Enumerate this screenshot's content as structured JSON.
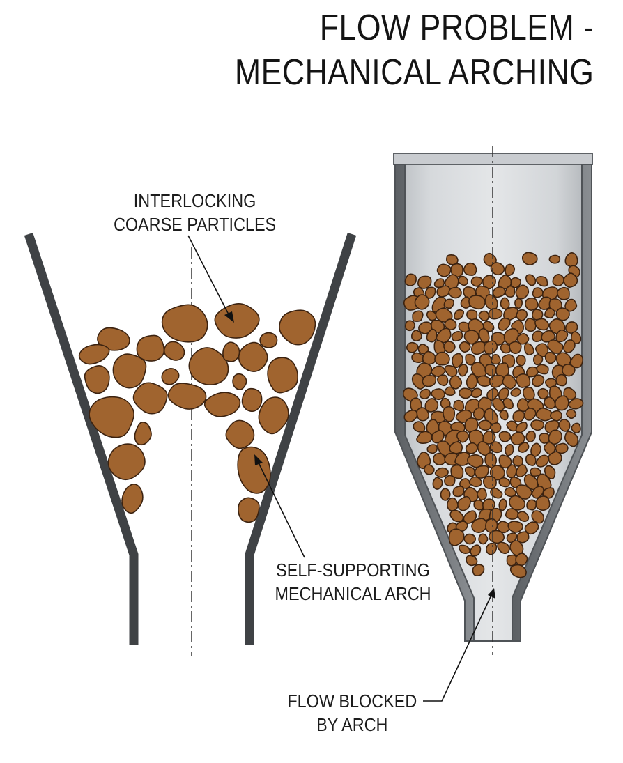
{
  "title": {
    "line1": "FLOW PROBLEM -",
    "line2": "MECHANICAL ARCHING"
  },
  "labels": {
    "interlocking": {
      "line1": "INTERLOCKING",
      "line2": "COARSE PARTICLES"
    },
    "self_supporting": {
      "line1": "SELF-SUPPORTING",
      "line2": "MECHANICAL ARCH"
    },
    "flow_blocked": {
      "line1": "FLOW BLOCKED",
      "line2": "BY ARCH"
    }
  },
  "colors": {
    "particle_fill": "#a0642f",
    "particle_stroke": "#3b2210",
    "wall": "#4a4d50",
    "silo_body": "#d4d7da",
    "silo_edge": "#6b6f73"
  }
}
